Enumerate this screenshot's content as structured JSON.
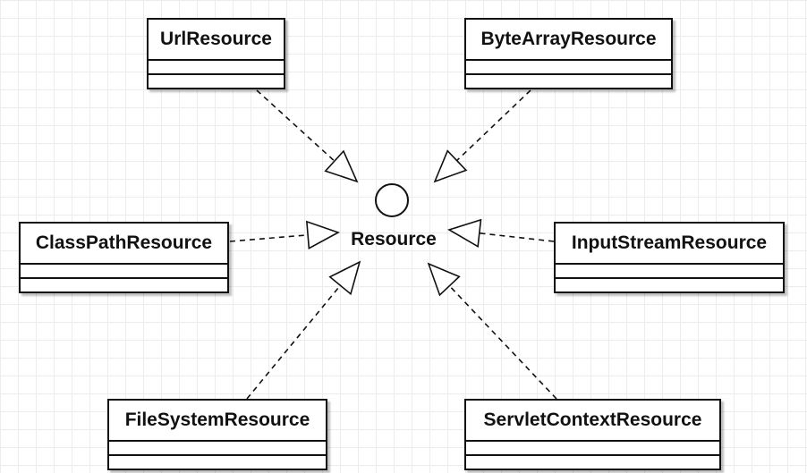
{
  "interface": {
    "name": "Resource",
    "icon": "interface-circle-icon"
  },
  "classes": [
    {
      "id": "url",
      "name": "UrlResource"
    },
    {
      "id": "bytearray",
      "name": "ByteArrayResource"
    },
    {
      "id": "classpath",
      "name": "ClassPathResource"
    },
    {
      "id": "inputstream",
      "name": "InputStreamResource"
    },
    {
      "id": "filesystem",
      "name": "FileSystemResource"
    },
    {
      "id": "servletcontext",
      "name": "ServletContextResource"
    }
  ],
  "relations": [
    {
      "from": "UrlResource",
      "to": "Resource",
      "type": "realization"
    },
    {
      "from": "ByteArrayResource",
      "to": "Resource",
      "type": "realization"
    },
    {
      "from": "ClassPathResource",
      "to": "Resource",
      "type": "realization"
    },
    {
      "from": "InputStreamResource",
      "to": "Resource",
      "type": "realization"
    },
    {
      "from": "FileSystemResource",
      "to": "Resource",
      "type": "realization"
    },
    {
      "from": "ServletContextResource",
      "to": "Resource",
      "type": "realization"
    }
  ]
}
